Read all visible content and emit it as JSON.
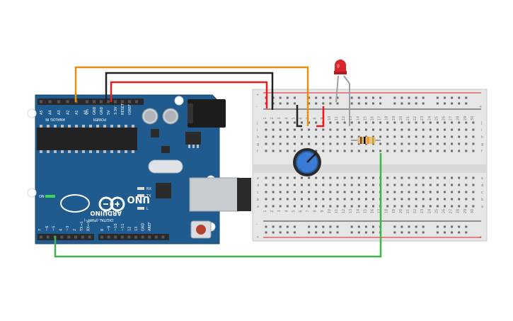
{
  "canvas": {
    "background": "#ffffff"
  },
  "arduino": {
    "board_color": "#1f5b8e",
    "brand": "ARDUINO",
    "model": "UNO",
    "section_power": "POWER",
    "section_analog": "ANALOG IN",
    "section_digital": "DIGITAL (PWM~)",
    "on_label": "ON",
    "rx_label": "RX",
    "tx_label": "TX",
    "l_label": "L",
    "power_pins": [
      "IOREF",
      "RESET",
      "3.3V",
      "5V",
      "GND",
      "GND",
      "Vin"
    ],
    "analog_pins": [
      "A0",
      "A1",
      "A2",
      "A3",
      "A4",
      "A5"
    ],
    "digital_pins_right": [
      "AREF",
      "GND",
      "13",
      "12",
      "~11",
      "~10",
      "~9",
      "8"
    ],
    "digital_pins_left": [
      "7",
      "~6",
      "~5",
      "4",
      "~3",
      "2",
      "TX→1",
      "RX←0"
    ]
  },
  "breadboard": {
    "row_letters_top": [
      "j",
      "i",
      "h",
      "g",
      "f"
    ],
    "row_letters_bottom": [
      "e",
      "d",
      "c",
      "b",
      "a"
    ],
    "columns": [
      "1",
      "2",
      "3",
      "4",
      "5",
      "6",
      "7",
      "8",
      "9",
      "10",
      "11",
      "12",
      "13",
      "14",
      "15",
      "16",
      "17",
      "18",
      "19",
      "20",
      "21",
      "22",
      "23",
      "24",
      "25",
      "26",
      "27",
      "28",
      "29",
      "30"
    ],
    "rail_plus": "+",
    "rail_minus": "-"
  },
  "components": [
    {
      "kind": "led",
      "color": "#d8262c"
    },
    {
      "kind": "resistor",
      "bands": [
        "#8b4513",
        "#000000",
        "#ff8c00",
        "#c9a227"
      ]
    },
    {
      "kind": "potentiometer",
      "color": "#3a7bd5"
    }
  ],
  "wires": [
    {
      "from": "A0",
      "to": "potentiometer wiper",
      "color": "#e8900c"
    },
    {
      "from": "GND",
      "to": "breadboard ground",
      "color": "#222222"
    },
    {
      "from": "5V",
      "to": "breadboard power",
      "color": "#e02020"
    },
    {
      "from": "pin 3",
      "to": "resistor",
      "color": "#3cb54a"
    }
  ]
}
